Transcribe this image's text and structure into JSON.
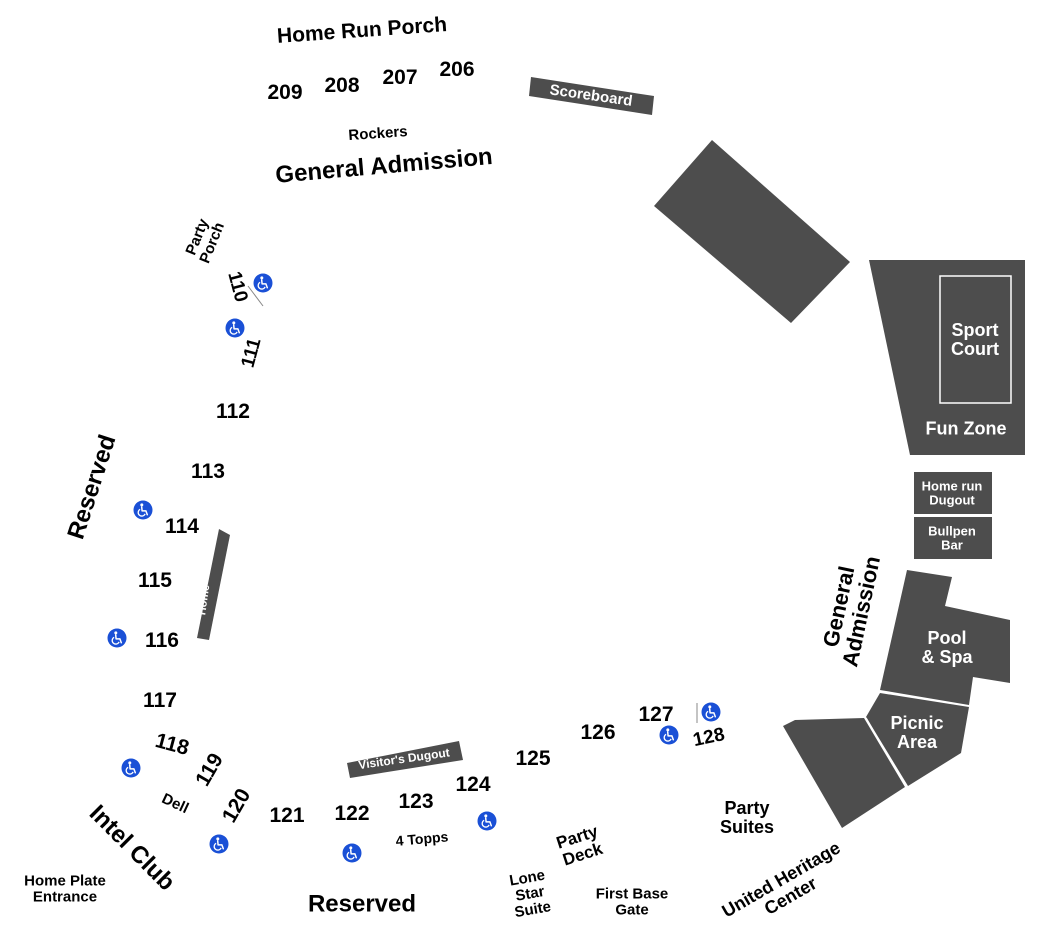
{
  "colors": {
    "structure": "#4d4d4d",
    "accessible": "#1a50d6",
    "text": "#000000",
    "label_on_dark": "#ffffff"
  },
  "icons": {
    "accessible_seating": "wheelchair-icon"
  },
  "areas": {
    "home_run_porch": "Home Run Porch",
    "rockers": "Rockers",
    "general_admission_top": "General Admission",
    "party_porch": "Party\nPorch",
    "reserved_left": "Reserved",
    "reserved_bottom": "Reserved",
    "intel_club": "Intel Club",
    "home_plate_entrance": "Home Plate\nEntrance",
    "dell": "Dell",
    "four_topps": "4 Topps",
    "party_deck": "Party\nDeck",
    "lone_star_suite": "Lone\nStar\nSuite",
    "first_base_gate": "First Base\nGate",
    "party_suites": "Party\nSuites",
    "united_heritage_center": "United Heritage\nCenter",
    "general_admission_right": "General\nAdmission"
  },
  "structures": {
    "scoreboard": "Scoreboard",
    "sport_court": "Sport\nCourt",
    "fun_zone": "Fun Zone",
    "home_run_dugout": "Home run\nDugout",
    "bullpen_bar": "Bullpen\nBar",
    "pool_spa": "Pool\n& Spa",
    "picnic_area": "Picnic\nArea",
    "home_dugout": "Home",
    "visitors_dugout": "Visitor's Dugout"
  },
  "sections": {
    "s209": "209",
    "s208": "208",
    "s207": "207",
    "s206": "206",
    "s110": "110",
    "s111": "111",
    "s112": "112",
    "s113": "113",
    "s114": "114",
    "s115": "115",
    "s116": "116",
    "s117": "117",
    "s118": "118",
    "s119": "119",
    "s120": "120",
    "s121": "121",
    "s122": "122",
    "s123": "123",
    "s124": "124",
    "s125": "125",
    "s126": "126",
    "s127": "127",
    "s128": "128"
  }
}
